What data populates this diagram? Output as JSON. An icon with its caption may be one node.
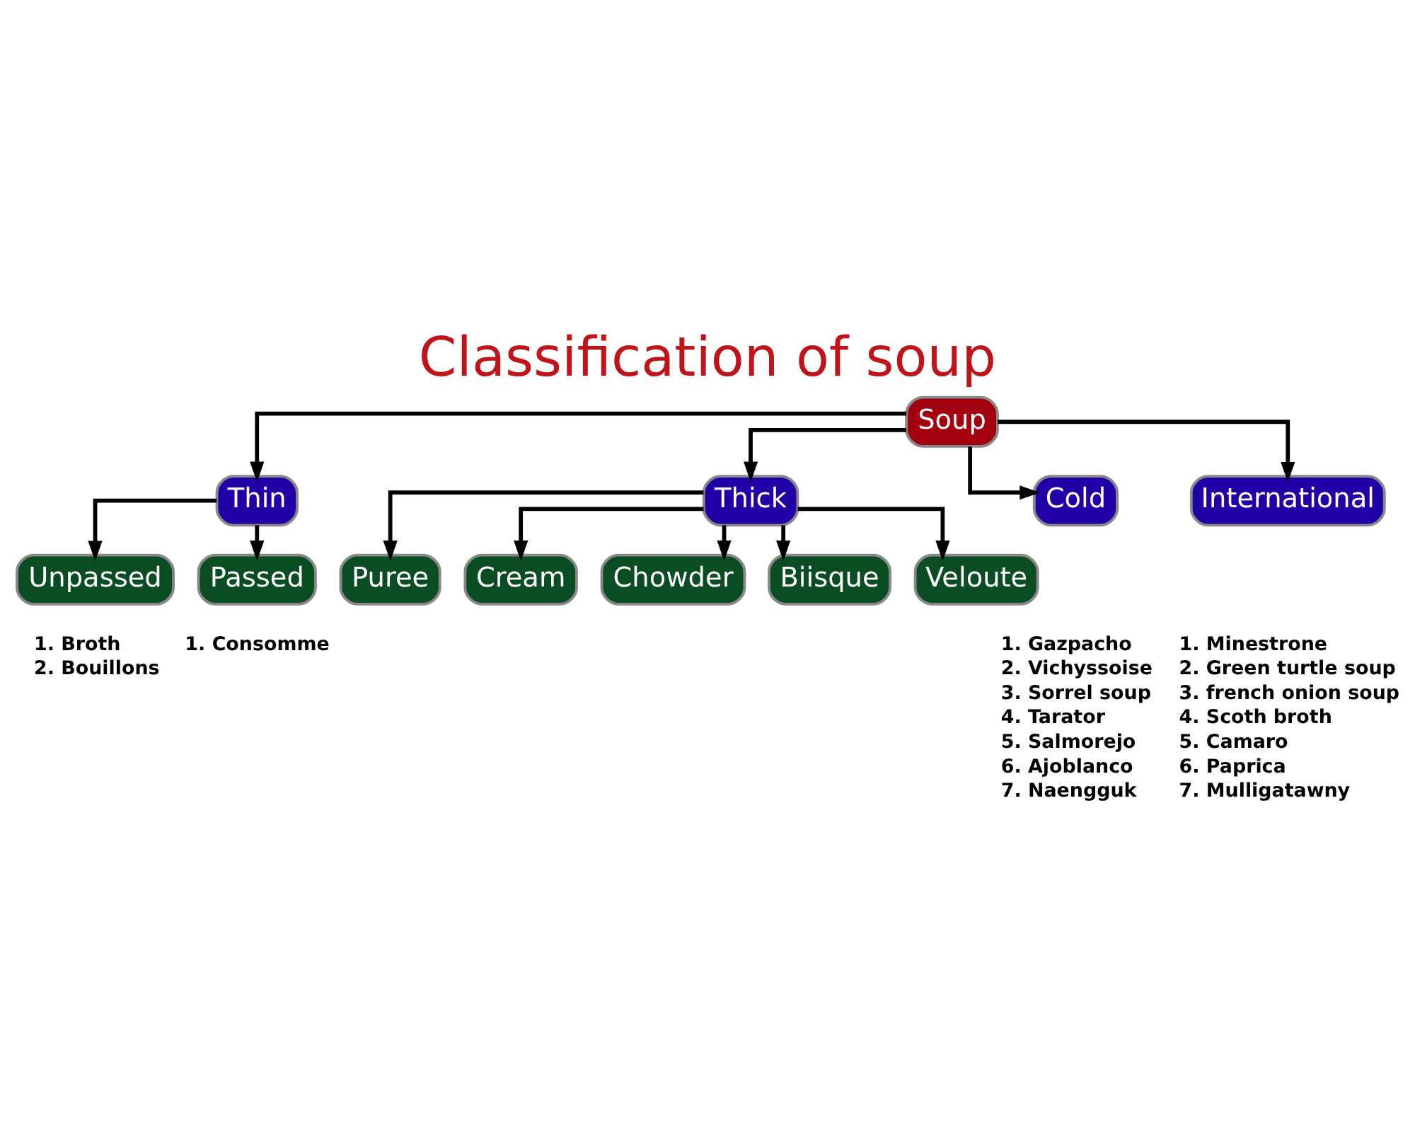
{
  "diagram": {
    "title": "Classification of soup",
    "nodes": [
      {
        "text": [
          "Soup"
        ]
      },
      {
        "text": [
          "Thin"
        ]
      },
      {
        "text": [
          "Thick"
        ]
      },
      {
        "text": [
          "Cold"
        ],
        "beside": [
          "1. Gazpacho",
          "2. Vichyssoise",
          "3. Sorrel soup",
          "4. Tarator",
          "5. Salmorejo",
          "6. Ajoblanco",
          "7. Naengguk"
        ]
      },
      {
        "text": [
          "International"
        ],
        "beside": [
          "1. Minestrone",
          "2. Green turtle soup",
          "3. french onion soup",
          "4. Scoth broth",
          "5. Camaro",
          "6. Paprica",
          "7. Mulligatawny"
        ]
      },
      {
        "text": [
          "Unpassed"
        ],
        "beside": [
          "1. Broth",
          "2. Bouillons"
        ]
      },
      {
        "text": [
          "Passed"
        ],
        "beside": [
          "1. Consomme"
        ]
      },
      {
        "text": [
          "Puree"
        ]
      },
      {
        "text": [
          "Cream"
        ]
      },
      {
        "text": [
          "Chowder"
        ]
      },
      {
        "text": [
          "Biisque"
        ]
      },
      {
        "text": [
          "Veloute"
        ]
      }
    ],
    "edges": [
      {
        "from": 0,
        "to": 1,
        "arrow": "to"
      },
      {
        "from": 0,
        "to": 2,
        "arrow": "to"
      },
      {
        "from": 0,
        "to": 3,
        "arrow": "to"
      },
      {
        "from": 0,
        "to": 4,
        "arrow": "to"
      },
      {
        "from": 1,
        "to": 5,
        "arrow": "to"
      },
      {
        "from": 1,
        "to": 6,
        "arrow": "to"
      },
      {
        "from": 2,
        "to": 7,
        "arrow": "to"
      },
      {
        "from": 2,
        "to": 8,
        "arrow": "to"
      },
      {
        "from": 2,
        "to": 9,
        "arrow": "to"
      },
      {
        "from": 2,
        "to": 10,
        "arrow": "to"
      },
      {
        "from": 2,
        "to": 11,
        "arrow": "to"
      }
    ]
  }
}
